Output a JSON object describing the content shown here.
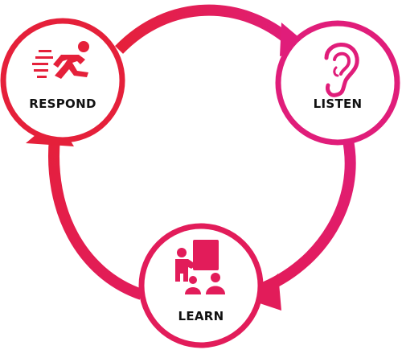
{
  "diagram": {
    "type": "cycle",
    "nodes": [
      {
        "id": "respond",
        "label": "RESPOND",
        "icon": "running-person-icon"
      },
      {
        "id": "listen",
        "label": "LISTEN",
        "icon": "ear-icon"
      },
      {
        "id": "learn",
        "label": "LEARN",
        "icon": "teacher-presentation-icon"
      }
    ],
    "edges": [
      {
        "from": "respond",
        "to": "listen"
      },
      {
        "from": "listen",
        "to": "learn"
      },
      {
        "from": "learn",
        "to": "respond"
      }
    ]
  },
  "colors": {
    "respond": "#e5203a",
    "listen": "#e01d7a",
    "learn": "#e21c5a"
  }
}
